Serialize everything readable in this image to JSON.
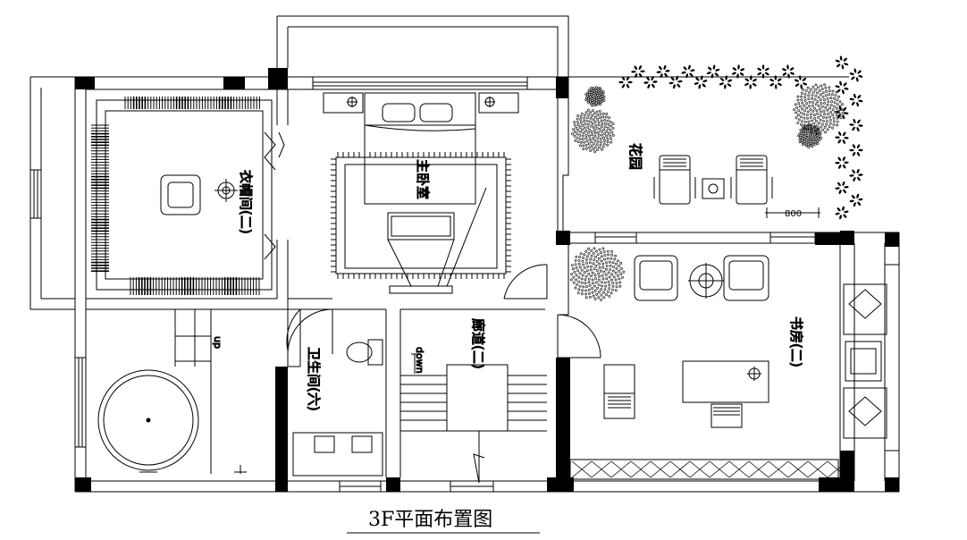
{
  "title": "3F平面布置图",
  "rooms": {
    "closet": "衣帽间(二)",
    "master_bedroom": "主卧室",
    "garden": "花园",
    "study": "书房(二)",
    "bathroom": "卫生间(六)",
    "corridor": "廊道(二)"
  },
  "stairs": {
    "up": "up",
    "down": "down"
  },
  "dimension": "800"
}
